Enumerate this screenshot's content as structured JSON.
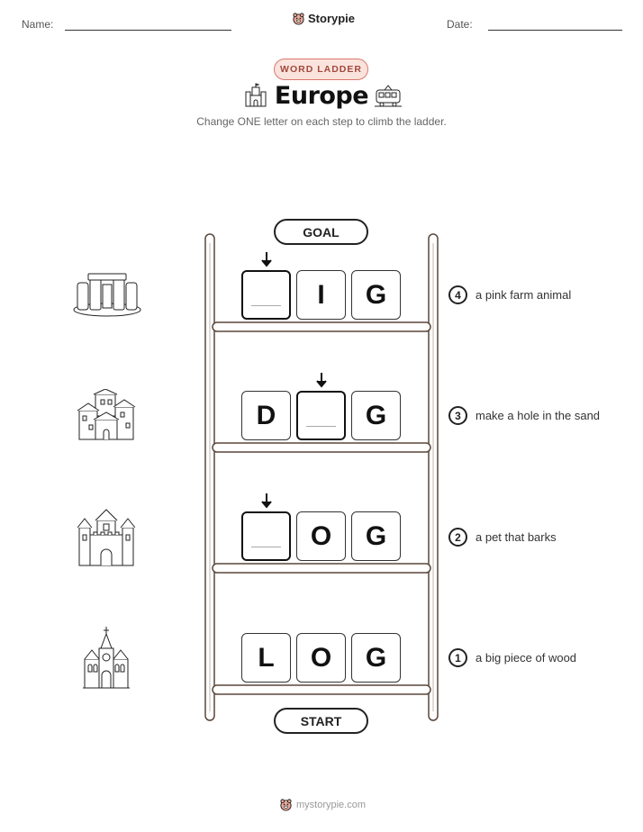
{
  "header": {
    "name_label": "Name:",
    "date_label": "Date:",
    "brand": "Storypie"
  },
  "worksheet": {
    "badge": "WORD LADDER",
    "title": "Europe",
    "instructions": "Change ONE letter on each step to climb the ladder.",
    "goal_label": "GOAL",
    "start_label": "START"
  },
  "rungs": [
    {
      "step": "4",
      "clue": "a pink farm animal",
      "letters": [
        "",
        "I",
        "G"
      ],
      "changed_index": 0,
      "picture": "stonehenge-icon"
    },
    {
      "step": "3",
      "clue": "make a hole in the sand",
      "letters": [
        "D",
        "",
        "G"
      ],
      "changed_index": 1,
      "picture": "village-icon"
    },
    {
      "step": "2",
      "clue": "a pet that barks",
      "letters": [
        "",
        "O",
        "G"
      ],
      "changed_index": 0,
      "picture": "castle-icon"
    },
    {
      "step": "1",
      "clue": "a big piece of wood",
      "letters": [
        "L",
        "O",
        "G"
      ],
      "changed_index": null,
      "picture": "cathedral-icon"
    }
  ],
  "footer": {
    "url": "mystorypie.com"
  },
  "colors": {
    "accent_fill": "#fbe3dd",
    "accent_border": "#d9786a",
    "ladder": "#5a463a"
  }
}
